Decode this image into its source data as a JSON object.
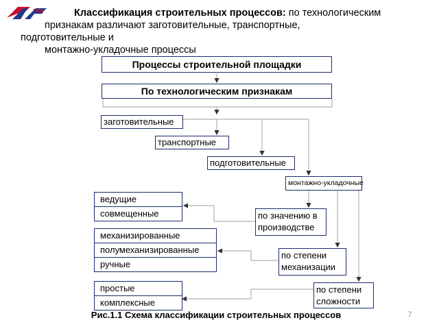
{
  "logo": {
    "text": "rmy"
  },
  "heading": {
    "bold": "Классификация строительных процессов:",
    "line1_rest": " по технологическим",
    "line2": "признакам различают заготовительные, транспортные,",
    "line3": "подготовительные и",
    "line4": "монтажно-укладочные процессы"
  },
  "diagram": {
    "top": "Процессы строительной площадки",
    "second": "По технологическим признакам",
    "process_types": [
      "заготовительные",
      "транспортные",
      "подготовительные",
      "монтажно-укладочные"
    ],
    "criteria": [
      {
        "label": "по значению в производстве",
        "values": [
          "ведущие",
          "совмещенные"
        ]
      },
      {
        "label": "по степени механизации",
        "values": [
          "механизированные",
          "полумеханизированные",
          "ручные"
        ]
      },
      {
        "label": "по степени сложности",
        "values": [
          "простые",
          "комплексные"
        ]
      }
    ]
  },
  "caption": "Рис.1.1 Схема классификации строительных процессов",
  "page_number": "7",
  "colors": {
    "box_border": "#1a2b6e",
    "connector": "#b0b0b0",
    "logo_red": "#c8102e",
    "logo_blue": "#1f3a8a"
  }
}
